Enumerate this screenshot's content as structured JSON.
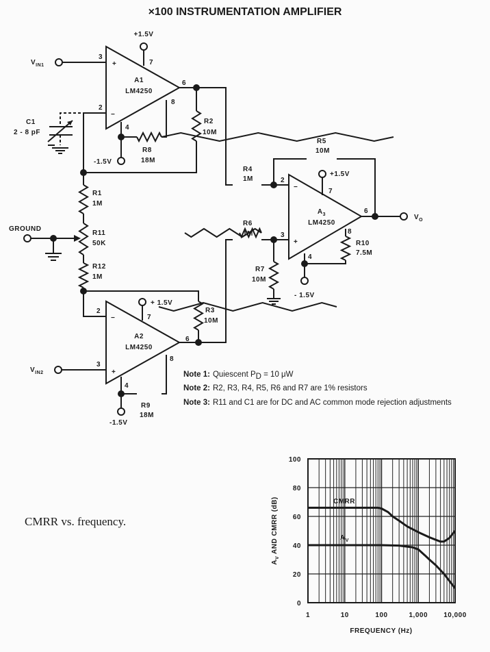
{
  "title": "×100 INSTRUMENTATION AMPLIFIER",
  "schematic": {
    "inputs": {
      "vin1": "V",
      "vin1_sub": "IN1",
      "vin2": "V",
      "vin2_sub": "IN2",
      "ground": "GROUND",
      "vo": "V",
      "vo_sub": "O"
    },
    "supplies": {
      "pos": "+1.5V",
      "pos_a2": "+ 1.5V",
      "neg": "-1.5V",
      "neg_a3": "- 1.5V"
    },
    "amps": [
      {
        "name": "A1",
        "part": "LM4250"
      },
      {
        "name": "A2",
        "part": "LM4250"
      },
      {
        "name": "A",
        "name_sub": "3",
        "part": "LM4250"
      }
    ],
    "pins": {
      "p2": "2",
      "p3": "3",
      "p4": "4",
      "p6": "6",
      "p7": "7",
      "p8": "8",
      "plus": "+",
      "minus": "−"
    },
    "components": {
      "C1": {
        "ref": "C1",
        "value": "2 - 8 pF"
      },
      "R1": {
        "ref": "R1",
        "value": "1M"
      },
      "R2": {
        "ref": "R2",
        "value": "10M"
      },
      "R3": {
        "ref": "R3",
        "value": "10M"
      },
      "R4": {
        "ref": "R4",
        "value": "1M"
      },
      "R5": {
        "ref": "R5",
        "value": "10M"
      },
      "R6": {
        "ref": "R6",
        "value": "1M"
      },
      "R7": {
        "ref": "R7",
        "value": "10M"
      },
      "R8": {
        "ref": "R8",
        "value": "18M"
      },
      "R9": {
        "ref": "R9",
        "value": "18M"
      },
      "R10": {
        "ref": "R10",
        "value": "7.5M"
      },
      "R11": {
        "ref": "R11",
        "value": "50K"
      },
      "R12": {
        "ref": "R12",
        "value": "1M"
      }
    }
  },
  "notes": [
    {
      "label": "Note 1:",
      "text": "Quiescent P",
      "sub": "D",
      "text2": " = 10 μW"
    },
    {
      "label": "Note 2:",
      "text": "R2, R3, R4, R5, R6 and R7 are 1% resistors"
    },
    {
      "label": "Note 3:",
      "text": "R11 and C1 are for DC and AC common mode rejection adjustments"
    }
  ],
  "caption": "CMRR vs. frequency.",
  "chart_data": {
    "type": "line",
    "xscale": "log",
    "xlim": [
      1,
      10000
    ],
    "ylim": [
      0,
      100
    ],
    "xticks": [
      "1",
      "10",
      "100",
      "1,000",
      "10,000"
    ],
    "yticks": [
      "0",
      "20",
      "40",
      "60",
      "80",
      "100"
    ],
    "xlabel": "FREQUENCY (Hz)",
    "ylabel": "A",
    "ylabel_sub": "V",
    "ylabel_rest": " AND CMRR (dB)",
    "grid": true,
    "series": [
      {
        "name": "CMRR",
        "x": [
          1,
          10,
          80,
          100,
          150,
          200,
          300,
          500,
          1000,
          2000,
          4000,
          5000,
          7000,
          10000
        ],
        "y": [
          66,
          66,
          66,
          65.5,
          63,
          60,
          57,
          53,
          49,
          45.5,
          42.5,
          42.5,
          45,
          50
        ]
      },
      {
        "name": "A",
        "name_sub": "V",
        "x": [
          1,
          10,
          100,
          300,
          700,
          1000,
          1500,
          2000,
          3000,
          5000,
          10000
        ],
        "y": [
          40,
          40,
          40,
          39.7,
          38.5,
          37,
          33,
          30,
          26,
          20,
          10
        ]
      }
    ]
  }
}
